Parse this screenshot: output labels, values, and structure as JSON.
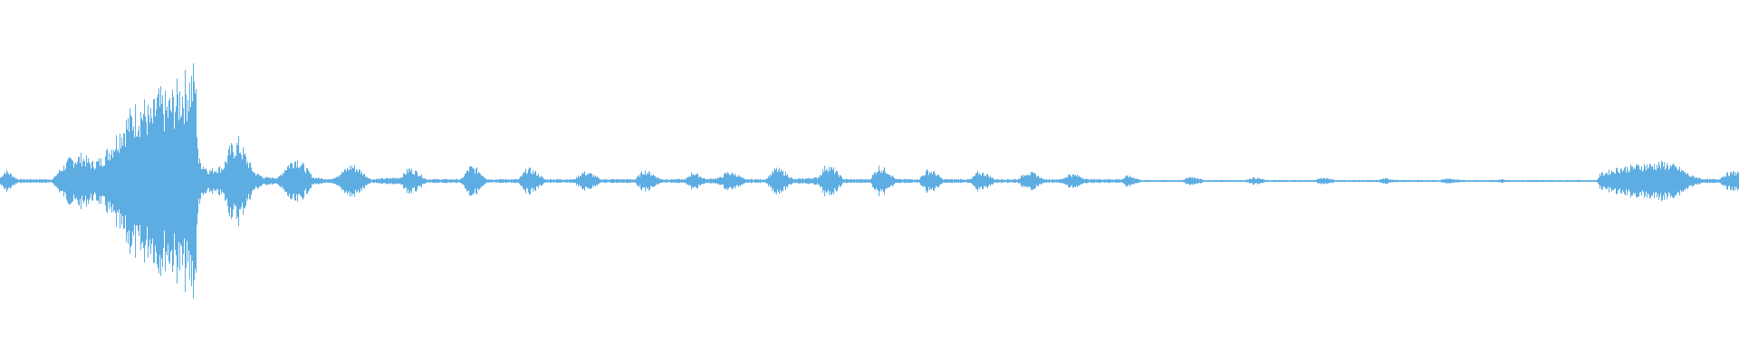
{
  "waveform": {
    "color": "#5dade2",
    "background": "#ffffff",
    "duration_fraction": 1.0,
    "envelope": [
      [
        0.0,
        0.02
      ],
      [
        0.003,
        0.06
      ],
      [
        0.006,
        0.04
      ],
      [
        0.01,
        0.01
      ],
      [
        0.02,
        0.01
      ],
      [
        0.03,
        0.01
      ],
      [
        0.034,
        0.06
      ],
      [
        0.04,
        0.12
      ],
      [
        0.047,
        0.14
      ],
      [
        0.053,
        0.1
      ],
      [
        0.058,
        0.12
      ],
      [
        0.064,
        0.2
      ],
      [
        0.07,
        0.3
      ],
      [
        0.076,
        0.38
      ],
      [
        0.082,
        0.42
      ],
      [
        0.087,
        0.36
      ],
      [
        0.09,
        0.47
      ],
      [
        0.096,
        0.43
      ],
      [
        0.104,
        0.52
      ],
      [
        0.11,
        0.58
      ],
      [
        0.112,
        0.6
      ],
      [
        0.114,
        0.12
      ],
      [
        0.12,
        0.06
      ],
      [
        0.128,
        0.08
      ],
      [
        0.132,
        0.18
      ],
      [
        0.137,
        0.22
      ],
      [
        0.141,
        0.14
      ],
      [
        0.146,
        0.05
      ],
      [
        0.152,
        0.02
      ],
      [
        0.16,
        0.02
      ],
      [
        0.165,
        0.09
      ],
      [
        0.17,
        0.13
      ],
      [
        0.175,
        0.08
      ],
      [
        0.18,
        0.02
      ],
      [
        0.19,
        0.01
      ],
      [
        0.195,
        0.04
      ],
      [
        0.202,
        0.09
      ],
      [
        0.207,
        0.06
      ],
      [
        0.213,
        0.01
      ],
      [
        0.23,
        0.02
      ],
      [
        0.235,
        0.07
      ],
      [
        0.24,
        0.05
      ],
      [
        0.245,
        0.01
      ],
      [
        0.265,
        0.01
      ],
      [
        0.27,
        0.08
      ],
      [
        0.275,
        0.06
      ],
      [
        0.28,
        0.01
      ],
      [
        0.298,
        0.01
      ],
      [
        0.303,
        0.07
      ],
      [
        0.308,
        0.05
      ],
      [
        0.313,
        0.01
      ],
      [
        0.33,
        0.01
      ],
      [
        0.335,
        0.05
      ],
      [
        0.34,
        0.04
      ],
      [
        0.345,
        0.01
      ],
      [
        0.365,
        0.01
      ],
      [
        0.37,
        0.06
      ],
      [
        0.375,
        0.04
      ],
      [
        0.38,
        0.01
      ],
      [
        0.394,
        0.01
      ],
      [
        0.398,
        0.05
      ],
      [
        0.402,
        0.03
      ],
      [
        0.406,
        0.01
      ],
      [
        0.414,
        0.02
      ],
      [
        0.418,
        0.05
      ],
      [
        0.423,
        0.04
      ],
      [
        0.428,
        0.01
      ],
      [
        0.44,
        0.01
      ],
      [
        0.446,
        0.07
      ],
      [
        0.451,
        0.05
      ],
      [
        0.456,
        0.01
      ],
      [
        0.47,
        0.02
      ],
      [
        0.475,
        0.09
      ],
      [
        0.48,
        0.06
      ],
      [
        0.485,
        0.01
      ],
      [
        0.5,
        0.01
      ],
      [
        0.505,
        0.08
      ],
      [
        0.51,
        0.06
      ],
      [
        0.515,
        0.01
      ],
      [
        0.528,
        0.01
      ],
      [
        0.533,
        0.06
      ],
      [
        0.537,
        0.05
      ],
      [
        0.542,
        0.01
      ],
      [
        0.558,
        0.01
      ],
      [
        0.562,
        0.05
      ],
      [
        0.567,
        0.04
      ],
      [
        0.572,
        0.01
      ],
      [
        0.585,
        0.01
      ],
      [
        0.59,
        0.05
      ],
      [
        0.595,
        0.04
      ],
      [
        0.6,
        0.01
      ],
      [
        0.61,
        0.01
      ],
      [
        0.615,
        0.04
      ],
      [
        0.62,
        0.03
      ],
      [
        0.625,
        0.01
      ],
      [
        0.645,
        0.01
      ],
      [
        0.648,
        0.03
      ],
      [
        0.652,
        0.02
      ],
      [
        0.656,
        0.005
      ],
      [
        0.68,
        0.005
      ],
      [
        0.684,
        0.025
      ],
      [
        0.688,
        0.02
      ],
      [
        0.692,
        0.005
      ],
      [
        0.716,
        0.005
      ],
      [
        0.72,
        0.02
      ],
      [
        0.724,
        0.015
      ],
      [
        0.728,
        0.005
      ],
      [
        0.756,
        0.005
      ],
      [
        0.76,
        0.02
      ],
      [
        0.764,
        0.015
      ],
      [
        0.768,
        0.005
      ],
      [
        0.792,
        0.005
      ],
      [
        0.796,
        0.015
      ],
      [
        0.8,
        0.01
      ],
      [
        0.804,
        0.005
      ],
      [
        0.828,
        0.005
      ],
      [
        0.832,
        0.015
      ],
      [
        0.836,
        0.01
      ],
      [
        0.84,
        0.005
      ],
      [
        0.86,
        0.005
      ],
      [
        0.864,
        0.01
      ],
      [
        0.868,
        0.005
      ],
      [
        0.872,
        0.005
      ],
      [
        0.918,
        0.005
      ],
      [
        0.92,
        0.04
      ],
      [
        0.93,
        0.07
      ],
      [
        0.945,
        0.09
      ],
      [
        0.958,
        0.1
      ],
      [
        0.966,
        0.07
      ],
      [
        0.972,
        0.03
      ],
      [
        0.98,
        0.01
      ],
      [
        0.988,
        0.01
      ],
      [
        0.992,
        0.04
      ],
      [
        0.997,
        0.05
      ],
      [
        1.0,
        0.05
      ]
    ]
  }
}
